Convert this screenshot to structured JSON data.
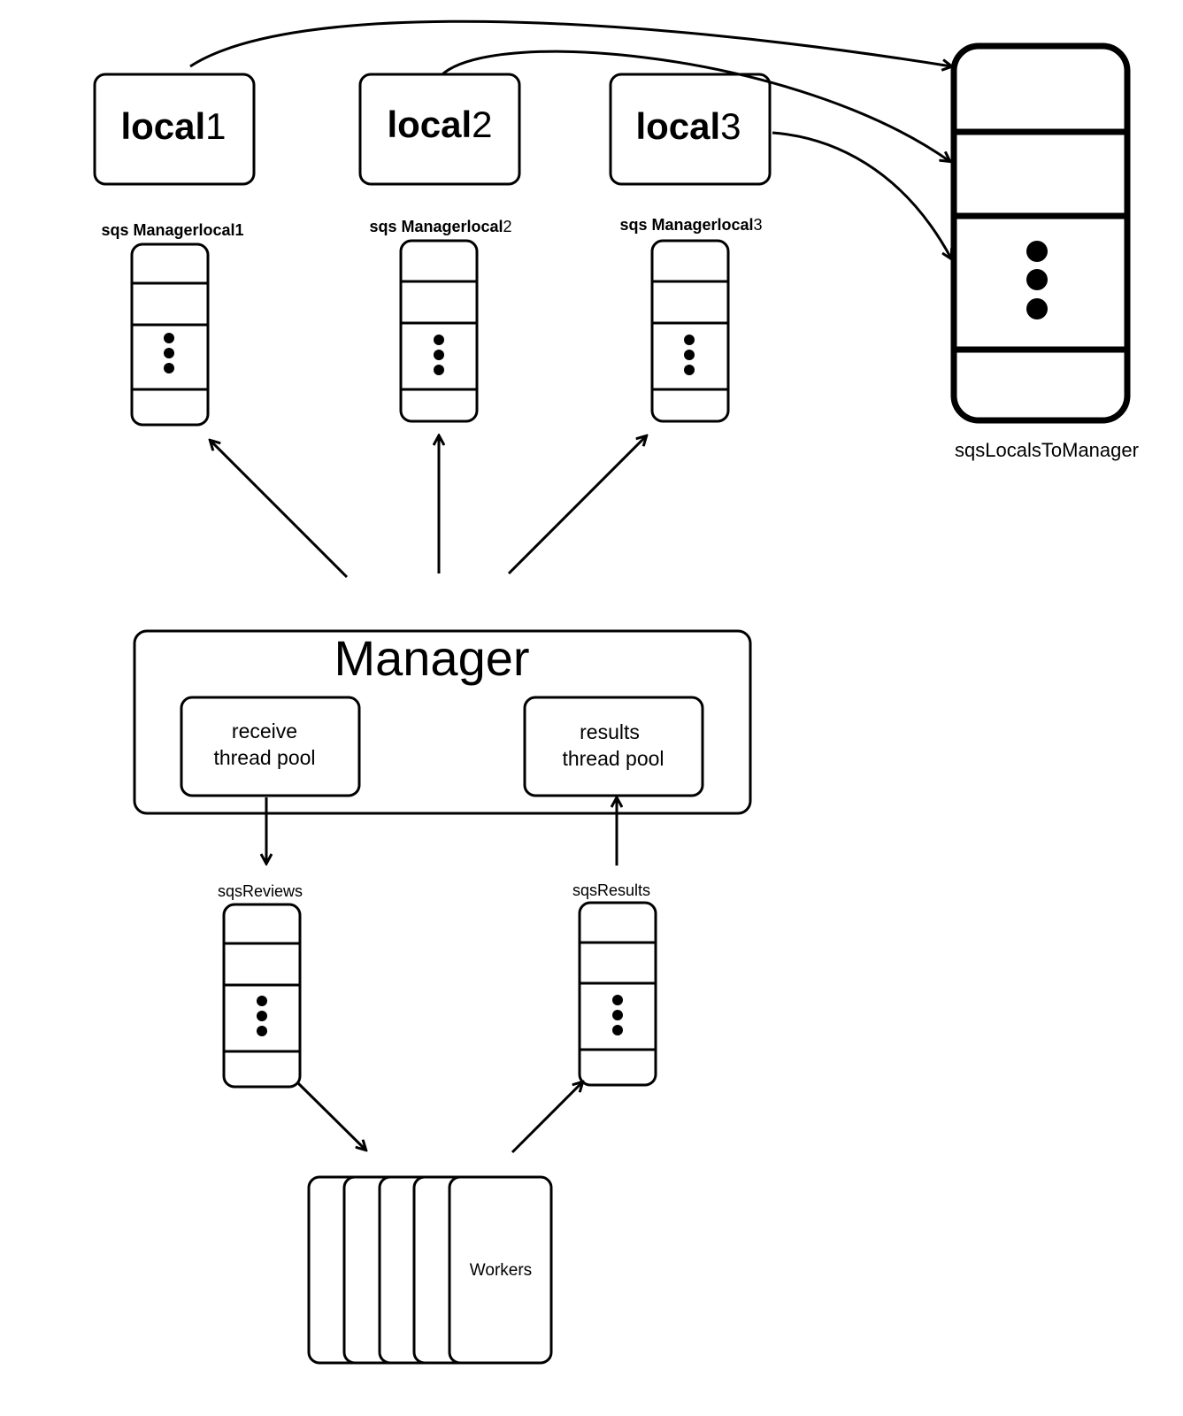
{
  "locals": [
    {
      "prefix": "local",
      "num": "1"
    },
    {
      "prefix": "local",
      "num": "2"
    },
    {
      "prefix": "local",
      "num": "3"
    }
  ],
  "queue_labels": [
    {
      "prefix": "sqs Managerlocal",
      "num": "1"
    },
    {
      "prefix": "sqs Managerlocal",
      "num": "2"
    },
    {
      "prefix": "sqs Managerlocal",
      "num": "3"
    }
  ],
  "big_queue_label": "sqsLocalsToManager",
  "manager": {
    "title": "Manager",
    "receive_pool": [
      "receive",
      "thread pool"
    ],
    "results_pool": [
      "results",
      "thread pool"
    ]
  },
  "sqs_reviews_label": "sqsReviews",
  "sqs_results_label": "sqsResults",
  "workers_label": "Workers"
}
